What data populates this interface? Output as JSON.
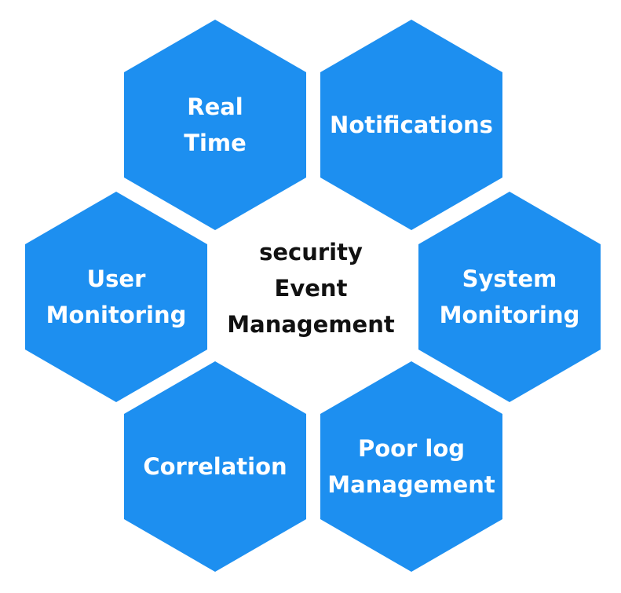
{
  "colors": {
    "hex_fill": "#1d8ff0",
    "hex_text": "#ffffff",
    "center_text": "#111111",
    "background": "#ffffff"
  },
  "center": {
    "lines": [
      "security",
      "Event",
      "Management"
    ]
  },
  "hexagons": [
    {
      "id": "real-time",
      "lines": [
        "Real",
        "Time"
      ]
    },
    {
      "id": "notifications",
      "lines": [
        "Notifications"
      ]
    },
    {
      "id": "user-monitoring",
      "lines": [
        "User",
        "Monitoring"
      ]
    },
    {
      "id": "system-monitoring",
      "lines": [
        "System",
        "Monitoring"
      ]
    },
    {
      "id": "correlation",
      "lines": [
        "Correlation"
      ]
    },
    {
      "id": "poor-log-management",
      "lines": [
        "Poor log",
        "Management"
      ]
    }
  ]
}
